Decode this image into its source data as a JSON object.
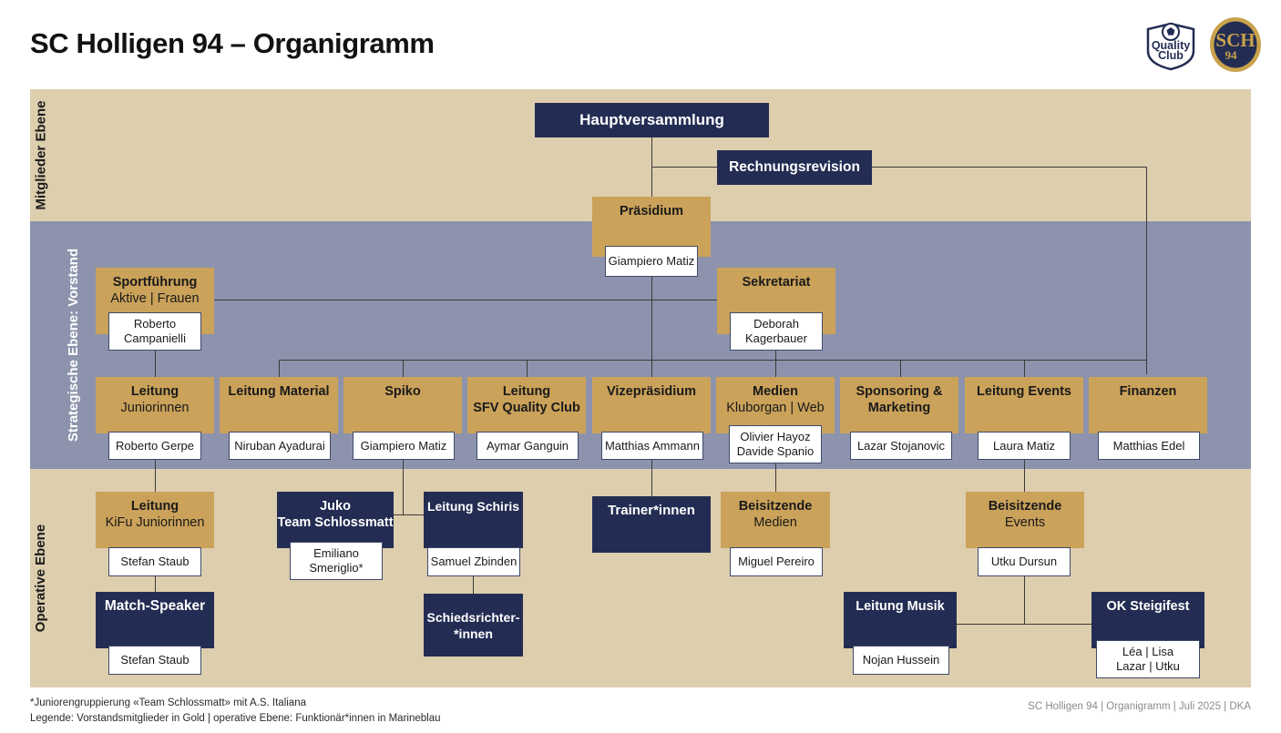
{
  "header": {
    "title": "SC Holligen 94 – Organigramm",
    "logos": [
      {
        "name": "quality-club-logo",
        "line1": "Quality",
        "line2": "Club"
      },
      {
        "name": "sch-94-crest",
        "line1": "SCH",
        "line2": "94"
      }
    ]
  },
  "colors": {
    "gold": "#cba25a",
    "navy": "#232d53",
    "band_beige": "#ddceae",
    "band_blue_grey": "#8d93ac",
    "white": "#ffffff",
    "connector": "#3a3a3a"
  },
  "bands": [
    {
      "id": "mitglieder",
      "label": "Mitglieder Ebene",
      "background": "#ddceae",
      "label_color": "#1a1a1a"
    },
    {
      "id": "strategie",
      "label": "Strategische Ebene: Vorstand",
      "background": "#8d93ac",
      "label_color": "#ffffff"
    },
    {
      "id": "operativ",
      "label": "Operative Ebene",
      "background": "#ddceae",
      "label_color": "#1a1a1a"
    }
  ],
  "chart_data": {
    "type": "org-chart",
    "title": "SC Holligen 94 – Organigramm",
    "nodes": [
      {
        "id": "hauptversammlung",
        "title": "Hauptversammlung",
        "subtitle": "",
        "style": "navy",
        "person": [],
        "band": "mitglieder"
      },
      {
        "id": "rechnungsrevision",
        "title": "Rechnungsrevision",
        "subtitle": "",
        "style": "navy",
        "person": [],
        "band": "mitglieder"
      },
      {
        "id": "praesidium",
        "title": "Präsidium",
        "subtitle": "",
        "style": "gold",
        "person": [
          "Giampiero Matiz"
        ],
        "band": "mitglieder"
      },
      {
        "id": "sportfuehrung",
        "title": "Sportführung",
        "subtitle": "Aktive | Frauen",
        "style": "gold",
        "person": [
          "Roberto",
          "Campanielli"
        ],
        "band": "strategie"
      },
      {
        "id": "sekretariat",
        "title": "Sekretariat",
        "subtitle": "",
        "style": "gold",
        "person": [
          "Deborah",
          "Kagerbauer"
        ],
        "band": "strategie"
      },
      {
        "id": "leitung-juniorinnen",
        "title": "Leitung",
        "subtitle": "Juniorinnen",
        "style": "gold",
        "person": [
          "Roberto Gerpe"
        ],
        "band": "strategie"
      },
      {
        "id": "leitung-material",
        "title": "Leitung Material",
        "subtitle": "",
        "style": "gold",
        "person": [
          "Niruban Ayadurai"
        ],
        "band": "strategie"
      },
      {
        "id": "spiko",
        "title": "Spiko",
        "subtitle": "",
        "style": "gold",
        "person": [
          "Giampiero Matiz"
        ],
        "band": "strategie"
      },
      {
        "id": "leitung-sfv-quality-club",
        "title": "Leitung",
        "subtitle": "SFV Quality Club",
        "style": "gold",
        "person": [
          "Aymar Ganguin"
        ],
        "band": "strategie"
      },
      {
        "id": "vizepraesidium",
        "title": "Vizepräsidium",
        "subtitle": "",
        "style": "gold",
        "person": [
          "Matthias Ammann"
        ],
        "band": "strategie"
      },
      {
        "id": "medien",
        "title": "Medien",
        "subtitle": "Kluborgan | Web",
        "style": "gold",
        "person": [
          "Olivier Hayoz",
          "Davide Spanio"
        ],
        "band": "strategie"
      },
      {
        "id": "sponsoring-marketing",
        "title": "Sponsoring &",
        "subtitle": "Marketing",
        "style": "gold",
        "person": [
          "Lazar Stojanovic"
        ],
        "band": "strategie"
      },
      {
        "id": "leitung-events",
        "title": "Leitung Events",
        "subtitle": "",
        "style": "gold",
        "person": [
          "Laura Matiz"
        ],
        "band": "strategie"
      },
      {
        "id": "finanzen",
        "title": "Finanzen",
        "subtitle": "",
        "style": "gold",
        "person": [
          "Matthias Edel"
        ],
        "band": "strategie"
      },
      {
        "id": "leitung-kifu-juniorinnen",
        "title": "Leitung",
        "subtitle": "KiFu Juniorinnen",
        "style": "gold",
        "person": [
          "Stefan Staub"
        ],
        "band": "operativ"
      },
      {
        "id": "match-speaker",
        "title": "Match-Speaker",
        "subtitle": "",
        "style": "navy",
        "person": [
          "Stefan Staub"
        ],
        "band": "operativ"
      },
      {
        "id": "juko-team-schlossmatt",
        "title": "Juko",
        "subtitle": "Team Schlossmatt",
        "style": "navy",
        "person": [
          "Emiliano",
          "Smeriglio*"
        ],
        "band": "operativ"
      },
      {
        "id": "leitung-schiris",
        "title": "Leitung Schiris",
        "subtitle": "",
        "style": "navy",
        "person": [
          "Samuel Zbinden"
        ],
        "band": "operativ"
      },
      {
        "id": "schiedsrichterinnen",
        "title": "Schiedsrichter-",
        "subtitle": "*innen",
        "style": "navy",
        "person": [],
        "band": "operativ"
      },
      {
        "id": "trainerinnen",
        "title": "Trainer*innen",
        "subtitle": "",
        "style": "navy",
        "person": [],
        "band": "operativ"
      },
      {
        "id": "beisitzende-medien",
        "title": "Beisitzende",
        "subtitle": "Medien",
        "style": "gold",
        "person": [
          "Miguel Pereiro"
        ],
        "band": "operativ"
      },
      {
        "id": "beisitzende-events",
        "title": "Beisitzende",
        "subtitle": "Events",
        "style": "gold",
        "person": [
          "Utku Dursun"
        ],
        "band": "operativ"
      },
      {
        "id": "leitung-musik",
        "title": "Leitung Musik",
        "subtitle": "",
        "style": "navy",
        "person": [
          "Nojan Hussein"
        ],
        "band": "operativ"
      },
      {
        "id": "ok-steigifest",
        "title": "OK Steigifest",
        "subtitle": "",
        "style": "navy",
        "person": [
          "Léa | Lisa",
          "Lazar | Utku"
        ],
        "band": "operativ"
      }
    ]
  },
  "footer": {
    "note_line1": "*Juniorengruppierung «Team Schlossmatt» mit A.S. Italiana",
    "note_line2": "Legende: Vorstandsmitglieder in Gold | operative Ebene: Funktionär*innen in Marineblau",
    "credit": "SC Holligen 94 | Organigramm | Juli 2025 | DKA"
  }
}
